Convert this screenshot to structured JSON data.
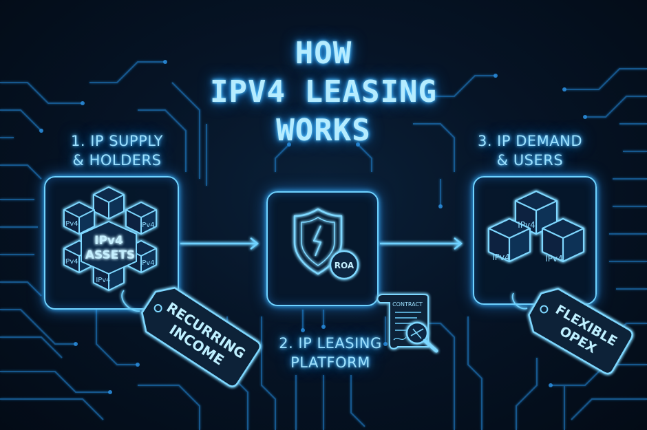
{
  "title": {
    "line1": "HOW",
    "line2": "IPV4 LEASING",
    "line3": "WORKS"
  },
  "supply": {
    "label_line1": "1. IP SUPPLY",
    "label_line2": "& HOLDERS",
    "center_line1": "IPv4",
    "center_line2": "ASSETS",
    "cube_label": "IPv4",
    "tag_line1": "RECURRING",
    "tag_line2": "INCOME"
  },
  "platform": {
    "label_line1": "2. IP LEASING",
    "label_line2": "PLATFORM",
    "badge": "ROA",
    "document_title": "CONTRACT"
  },
  "demand": {
    "label_line1": "3. IP DEMAND",
    "label_line2": "& USERS",
    "cube_label": "IPv4",
    "tag_line1": "FLEXIBLE",
    "tag_line2": "OPEX"
  },
  "icons": {
    "platform": "shield-lock-icon",
    "contract": "contract-document-icon",
    "search": "magnifier-icon",
    "supply": "ipv4-cube-cluster-icon",
    "demand": "ipv4-cube-stack-icon",
    "tag": "price-tag-icon",
    "arrow": "arrow-right-icon"
  },
  "colors": {
    "background": "#04101e",
    "neon": "#6fd2ff",
    "glow": "#2ea6ff",
    "text": "#9fe2ff"
  }
}
